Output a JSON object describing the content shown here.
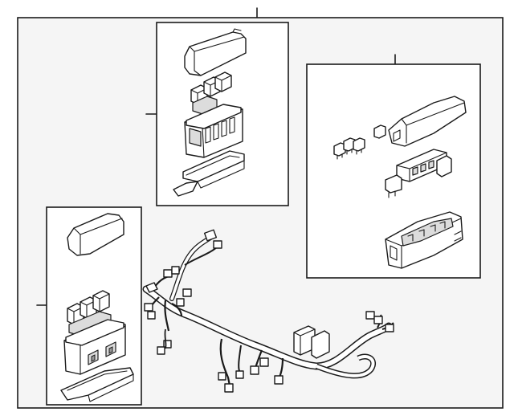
{
  "colors": {
    "background": "#ffffff",
    "frame_fill": "#f5f5f5",
    "line": "#1a1a1a",
    "part_fill": "#ffffff",
    "shade": "#dcdcdc"
  },
  "diagram": {
    "callouts": [
      {
        "id": "main",
        "label": ""
      },
      {
        "id": "upper-box",
        "label": ""
      },
      {
        "id": "right-box",
        "label": ""
      },
      {
        "id": "left-box",
        "label": ""
      }
    ]
  }
}
